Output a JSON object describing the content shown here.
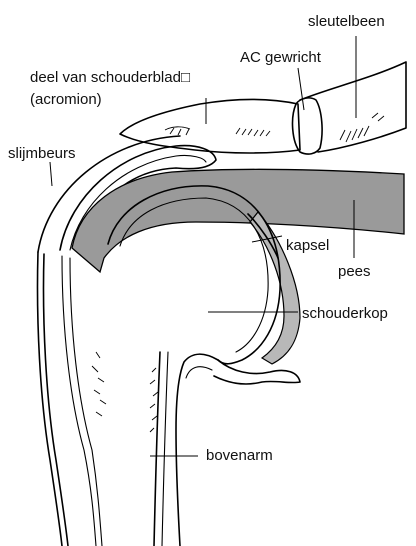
{
  "labels": {
    "clavicle": "sleutelbeen",
    "ac_joint": "AC gewricht",
    "acromion_line1": "deel van schouderblad□",
    "acromion_line2": "(acromion)",
    "bursa": "slijmbeurs",
    "capsule": "kapsel",
    "tendon": "pees",
    "humeral_head": "schouderkop",
    "upper_arm": "bovenarm"
  },
  "colors": {
    "tendon_fill": "#9a9a9a",
    "capsule_fill": "#b8b8b8",
    "ink": "#000000",
    "background": "#ffffff"
  }
}
